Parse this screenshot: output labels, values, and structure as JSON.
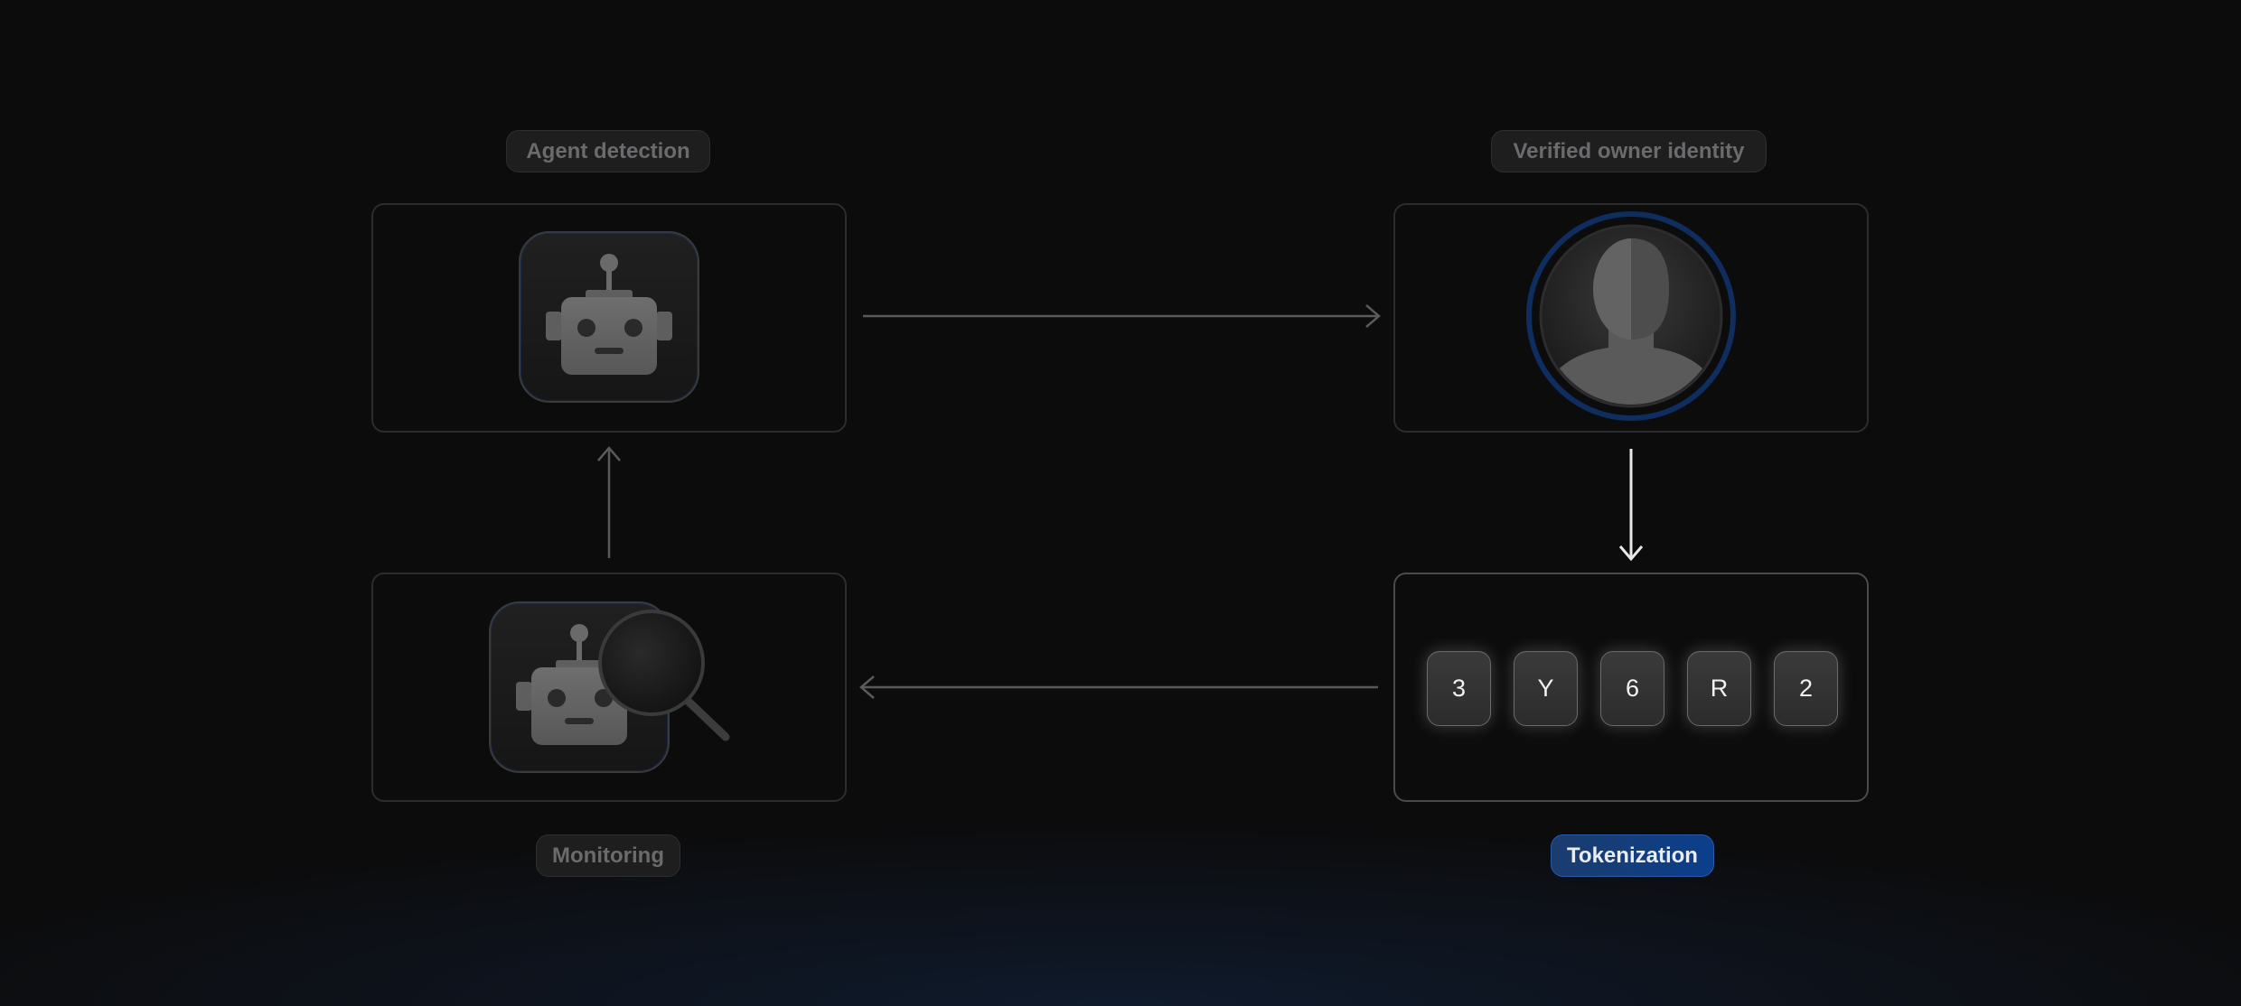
{
  "steps": {
    "agent_detection": "Agent detection",
    "verified_owner_identity": "Verified owner identity",
    "tokenization": "Tokenization",
    "monitoring": "Monitoring"
  },
  "tokens": [
    "3",
    "Y",
    "6",
    "R",
    "2"
  ],
  "colors": {
    "accent": "#0b3f8c",
    "background": "#0c0c0d"
  }
}
